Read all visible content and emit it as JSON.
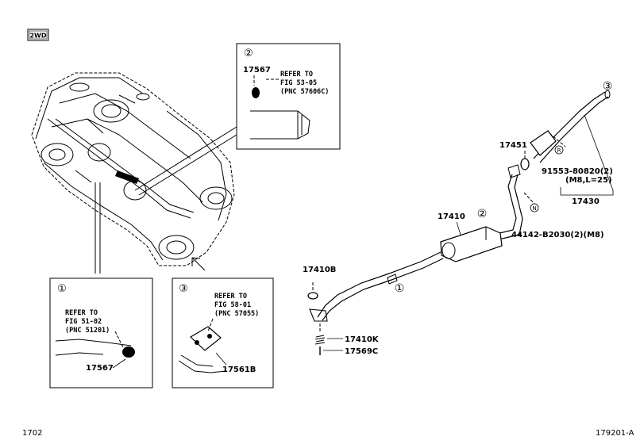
{
  "header": {
    "badge": "2WD"
  },
  "footer": {
    "left_code": "1702",
    "right_code": "179201-A"
  },
  "callouts": {
    "c1": "①",
    "c2": "②",
    "c3": "③"
  },
  "hardware_codes": {
    "r": "R",
    "n": "N"
  },
  "inset_2": {
    "number": "②",
    "part": "17567",
    "ref_lines": [
      "REFER TO",
      "FIG 53-05",
      "(PNC 57606C)"
    ]
  },
  "inset_1": {
    "number": "①",
    "ref_lines": [
      "REFER TO",
      "FIG 51-02",
      "(PNC 51201)"
    ],
    "part": "17567"
  },
  "inset_3": {
    "number": "③",
    "ref_lines": [
      "REFER TO",
      "FIG 58-01",
      "(PNC 57055)"
    ],
    "part": "17561B"
  },
  "parts": {
    "p17451": "17451",
    "p91553": "91553-80820(2)",
    "p91553_spec": "(M8,L=25)",
    "p17430": "17430",
    "p17410": "17410",
    "p44142": "44142-B2030(2)(M8)",
    "p17410B": "17410B",
    "p17410K": "17410K",
    "p17569C": "17569C"
  }
}
